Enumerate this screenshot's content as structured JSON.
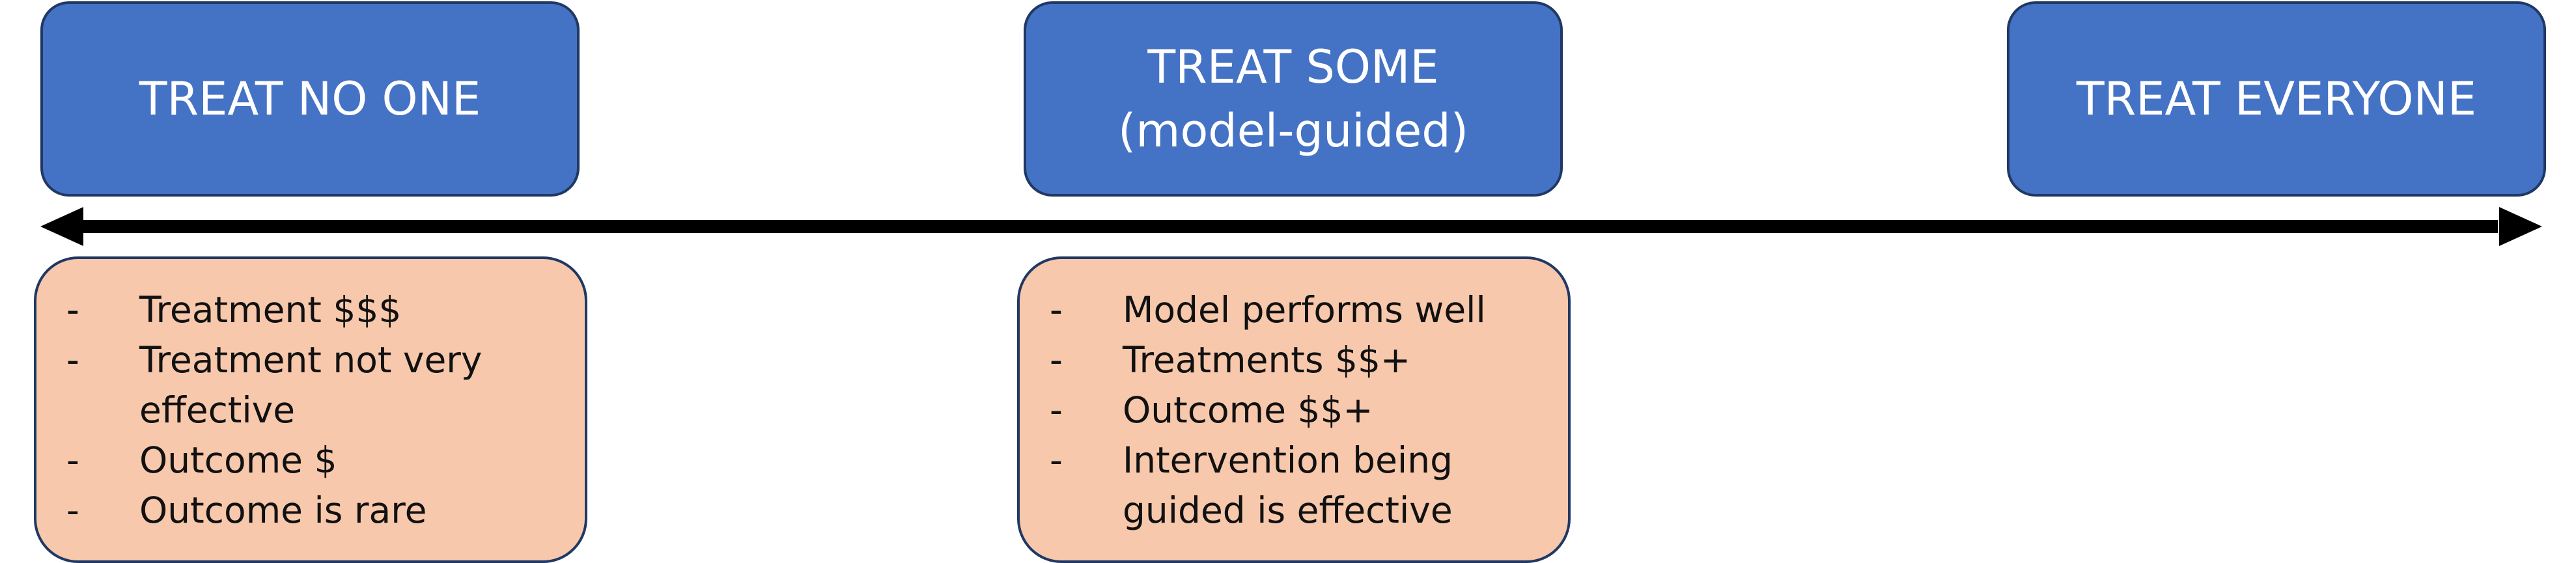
{
  "diagram": {
    "boxes": {
      "left": "TREAT NO ONE",
      "center": "TREAT SOME\n(model-guided)",
      "right": "TREAT EVERYONE"
    },
    "notes": {
      "left": [
        "Treatment $$$",
        "Treatment not very effective",
        "Outcome $",
        "Outcome is rare"
      ],
      "center": [
        "Model performs well",
        "Treatments $$+",
        "Outcome $$+",
        "Intervention being guided is effective"
      ],
      "bullet": "-"
    },
    "colors": {
      "box_fill": "#4472c4",
      "box_border": "#203864",
      "note_fill": "#f7c8ab",
      "arrow": "#000000"
    }
  }
}
